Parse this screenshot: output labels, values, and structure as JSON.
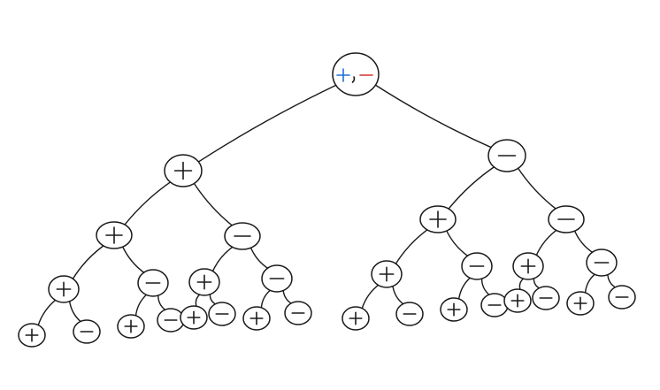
{
  "diagram": {
    "root": {
      "symbols": [
        {
          "kind": "plus",
          "color": "#1f6fd6"
        },
        {
          "kind": "comma",
          "color": "#1a1a1a"
        },
        {
          "kind": "minus",
          "color": "#d63030"
        }
      ]
    },
    "children_order": [
      "plus",
      "minus"
    ],
    "depth_signs": {
      "level1": [
        "plus",
        "minus"
      ],
      "level2": [
        "plus",
        "minus",
        "plus",
        "minus"
      ],
      "level3": [
        "plus",
        "minus",
        "plus",
        "minus",
        "plus",
        "minus",
        "plus",
        "minus"
      ],
      "level4": [
        "plus",
        "minus",
        "plus",
        "minus",
        "plus",
        "minus",
        "plus",
        "minus",
        "plus",
        "minus",
        "plus",
        "minus",
        "plus",
        "minus",
        "plus",
        "minus"
      ]
    },
    "ink_color": "#1a1a1a"
  }
}
